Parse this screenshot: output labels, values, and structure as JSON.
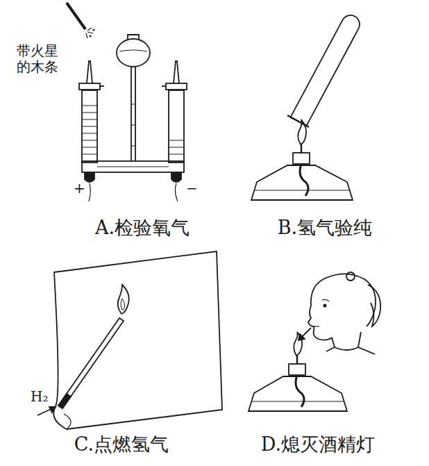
{
  "diagram": {
    "labels": [
      "带火星 的木条",
      "+",
      "−",
      "A.检验氧气",
      "B.氢气验纯",
      "H₂",
      "C.点燃氢气",
      "D.熄灭酒精灯"
    ]
  }
}
